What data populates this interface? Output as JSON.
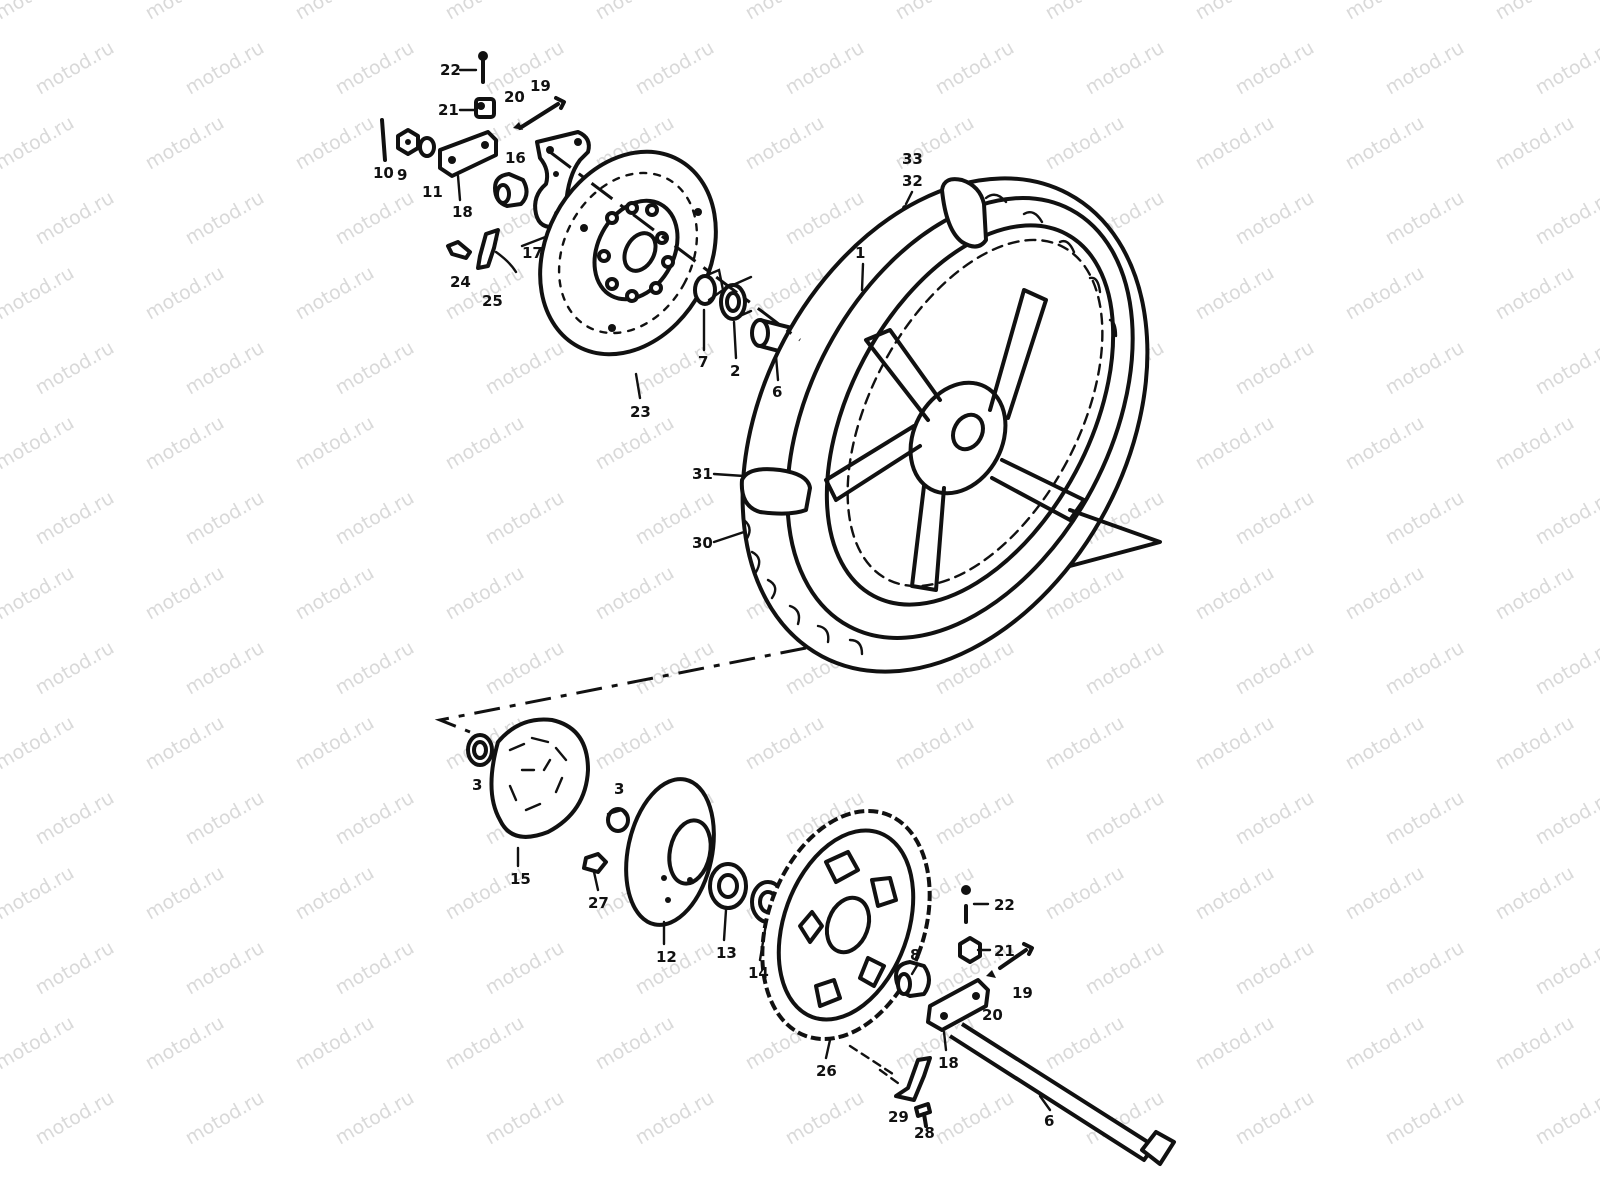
{
  "watermark": "motod.ru",
  "callouts": {
    "upper": {
      "c22": "22",
      "c21": "21",
      "c20": "20",
      "c19": "19",
      "c10": "10",
      "c9": "9",
      "c11": "11",
      "c18": "18",
      "c16": "16",
      "c17": "17",
      "c24": "24",
      "c25": "25",
      "c23": "23",
      "c7": "7",
      "c2": "2",
      "c6": "6",
      "c33": "33",
      "c32": "32",
      "c1": "1",
      "c31": "31",
      "c30": "30"
    },
    "lower": {
      "c3a": "3",
      "c15": "15",
      "c3b": "3",
      "c27": "27",
      "c12": "12",
      "c13": "13",
      "c14": "14",
      "c26": "26",
      "c8": "8",
      "c22": "22",
      "c21": "21",
      "c19": "19",
      "c20": "20",
      "c18": "18",
      "c29": "29",
      "c28": "28",
      "c6": "6"
    }
  }
}
